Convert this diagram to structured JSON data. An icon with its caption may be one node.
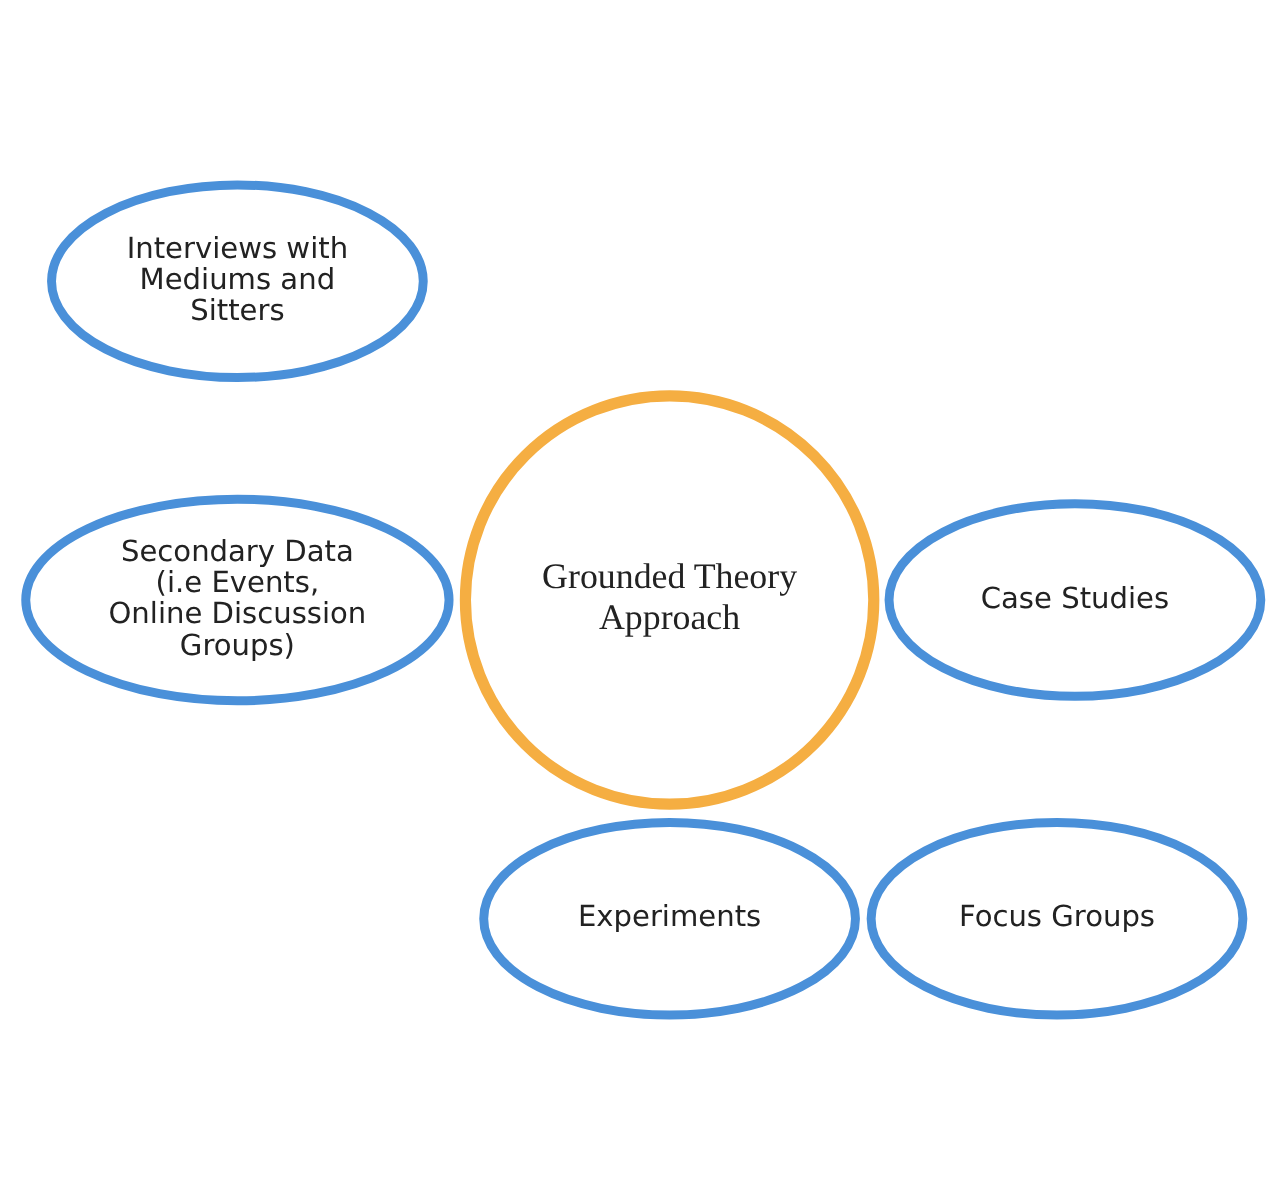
{
  "diagram": {
    "nodes": [
      {
        "text": [
          "Interviews with Mediums and Sitters"
        ]
      },
      {
        "text": [
          "Secondary Data (i.e Events, Online Discussion Groups)"
        ]
      },
      {
        "text": [
          "Grounded Theory Approach"
        ]
      },
      {
        "text": [
          "Case Studies"
        ]
      },
      {
        "text": [
          "Focus Groups"
        ]
      },
      {
        "text": [
          "Experiments"
        ]
      }
    ]
  }
}
